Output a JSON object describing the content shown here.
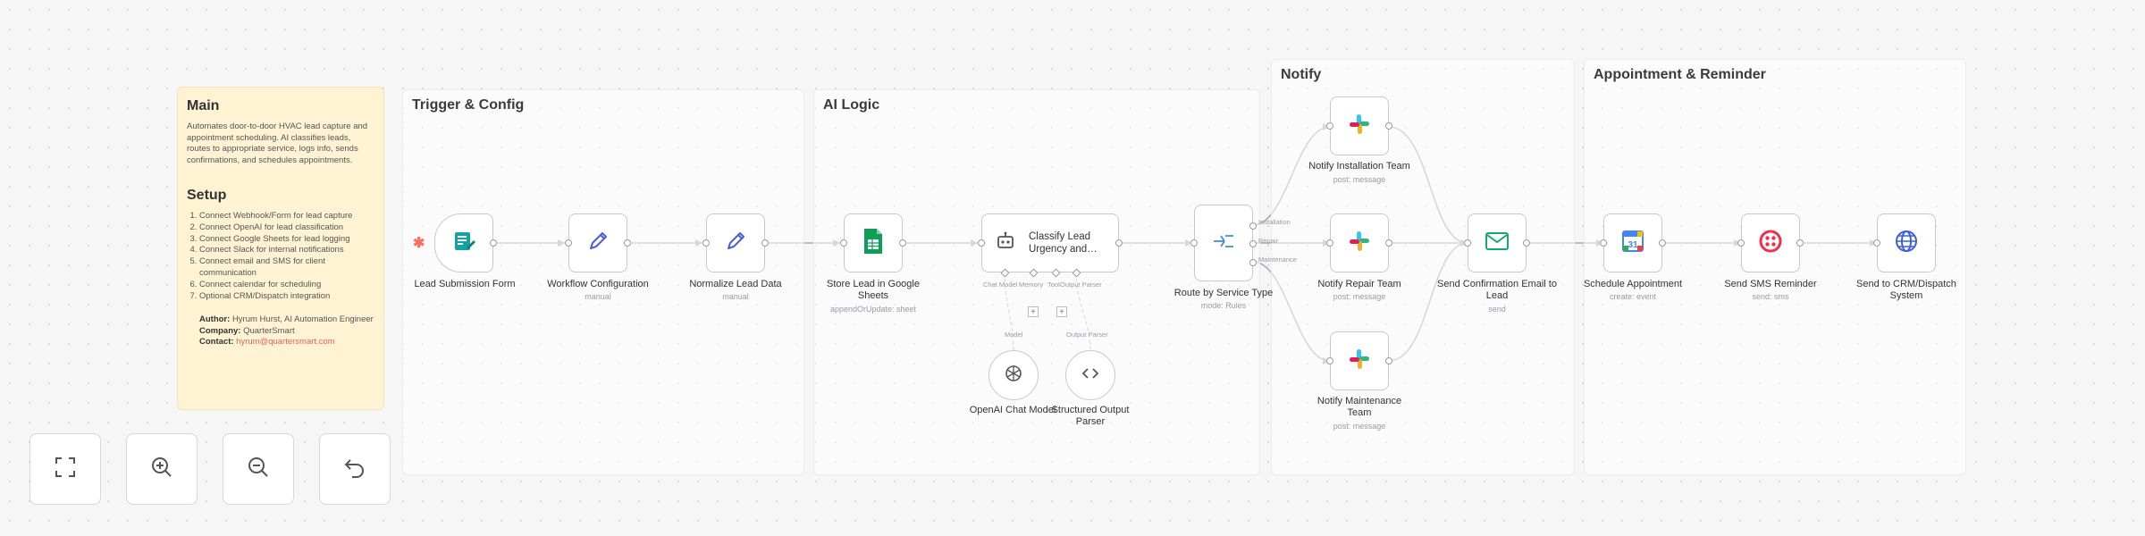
{
  "main_note": {
    "title": "Main",
    "description": "Automates door-to-door HVAC lead capture and appointment scheduling. AI classifies leads, routes to appropriate service, logs info, sends confirmations, and schedules appointments.",
    "setup_title": "Setup",
    "setup_steps": [
      "Connect Webhook/Form for lead capture",
      "Connect OpenAI for lead classification",
      "Connect Google Sheets for lead logging",
      "Connect Slack for internal notifications",
      "Connect email and SMS for client communication",
      "Connect calendar for scheduling",
      "Optional CRM/Dispatch integration"
    ],
    "author_label": "Author:",
    "author_value": "Hyrum Hurst, AI Automation Engineer",
    "company_label": "Company:",
    "company_value": "QuarterSmart",
    "contact_label": "Contact:",
    "contact_value": "hyrum@quartersmart.com"
  },
  "groups": {
    "trigger_config": "Trigger & Config",
    "ai_logic": "AI Logic",
    "notify": "Notify",
    "appointment": "Appointment & Reminder"
  },
  "nodes": {
    "lead_form": {
      "label": "Lead Submission Form",
      "icon": "form-icon"
    },
    "workflow_config": {
      "label": "Workflow Configuration",
      "sub": "manual",
      "icon": "pencil-icon"
    },
    "normalize": {
      "label": "Normalize Lead Data",
      "sub": "manual",
      "icon": "pencil-icon"
    },
    "store_lead": {
      "label": "Store Lead in Google Sheets",
      "sub": "appendOrUpdate: sheet",
      "icon": "google-sheets-icon"
    },
    "classify": {
      "label": "Classify Lead Urgency and…",
      "icon": "robot-icon"
    },
    "classify_ports": [
      "Chat Model",
      "Memory",
      "Tool",
      "Output Parser"
    ],
    "chat_model": {
      "label": "OpenAI Chat Model",
      "port": "Model",
      "icon": "openai-icon"
    },
    "parser": {
      "label": "Structured Output Parser",
      "port": "Output Parser",
      "icon": "code-icon"
    },
    "route": {
      "label": "Route by Service Type",
      "sub": "mode: Rules",
      "icon": "switch-icon",
      "outputs": [
        "Installation",
        "Repair",
        "Maintenance"
      ]
    },
    "notify_install": {
      "label": "Notify Installation Team",
      "sub": "post: message",
      "icon": "slack-icon"
    },
    "notify_repair": {
      "label": "Notify Repair Team",
      "sub": "post: message",
      "icon": "slack-icon"
    },
    "notify_maint": {
      "label": "Notify Maintenance Team",
      "sub": "post: message",
      "icon": "slack-icon"
    },
    "send_email": {
      "label": "Send Confirmation Email to Lead",
      "sub": "send",
      "icon": "email-icon"
    },
    "schedule": {
      "label": "Schedule Appointment",
      "sub": "create: event",
      "icon": "google-calendar-icon"
    },
    "sms": {
      "label": "Send SMS Reminder",
      "sub": "send: sms",
      "icon": "twilio-icon"
    },
    "crm": {
      "label": "Send to CRM/Dispatch System",
      "icon": "globe-icon"
    }
  },
  "controls": [
    "fit-view-icon",
    "zoom-in-icon",
    "zoom-out-icon",
    "reset-zoom-icon"
  ],
  "colors": {
    "trigger_accent": "#ff6d5a",
    "sheets_green": "#0f9d58",
    "email_green": "#17a672",
    "twilio_red": "#f22f46",
    "crm_blue": "#3b5ee0",
    "pencil_blue": "#4a5fd9"
  }
}
